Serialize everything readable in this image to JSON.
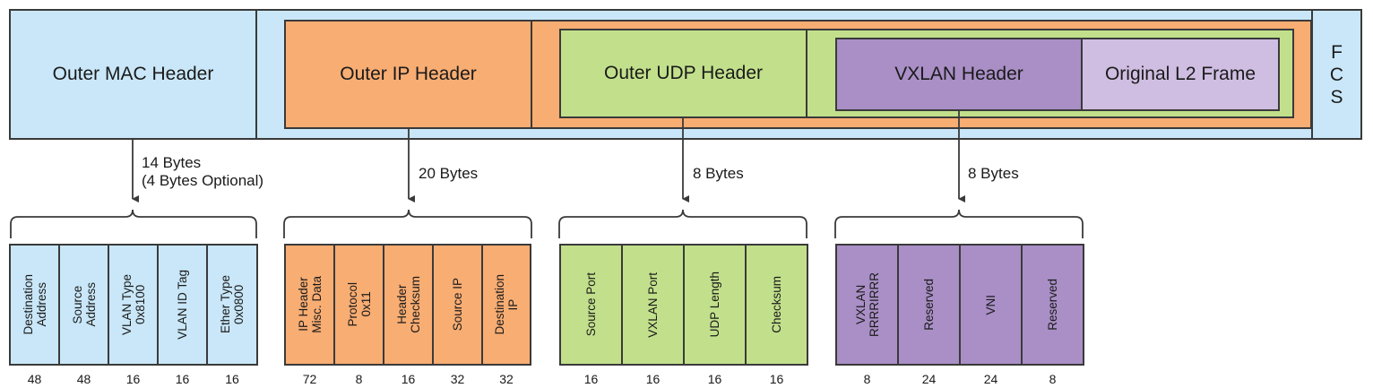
{
  "top": {
    "outer_mac": "Outer MAC Header",
    "outer_ip": "Outer IP Header",
    "outer_udp": "Outer UDP Header",
    "vxlan": "VXLAN Header",
    "original_l2": "Original L2 Frame",
    "fcs": [
      "F",
      "C",
      "S"
    ]
  },
  "sizes": {
    "mac": "14 Bytes\n(4 Bytes Optional)",
    "ip": "20 Bytes",
    "udp": "8 Bytes",
    "vxlan": "8 Bytes"
  },
  "groups": [
    {
      "color": "#c9e7f8",
      "fields": [
        {
          "label": "Destination\nAddress",
          "bits": "48"
        },
        {
          "label": "Source\nAddress",
          "bits": "48"
        },
        {
          "label": "VLAN Type\n0x8100",
          "bits": "16"
        },
        {
          "label": "VLAN ID Tag",
          "bits": "16"
        },
        {
          "label": "Ether Type\n0x0800",
          "bits": "16"
        }
      ]
    },
    {
      "color": "#f8ad73",
      "fields": [
        {
          "label": "IP Header\nMisc. Data",
          "bits": "72"
        },
        {
          "label": "Protocol\n0x11",
          "bits": "8"
        },
        {
          "label": "Header\nChecksum",
          "bits": "16"
        },
        {
          "label": "Source IP",
          "bits": "32"
        },
        {
          "label": "Destination\nIP",
          "bits": "32"
        }
      ]
    },
    {
      "color": "#c2e08c",
      "fields": [
        {
          "label": "Source Port",
          "bits": "16"
        },
        {
          "label": "VXLAN Port",
          "bits": "16"
        },
        {
          "label": "UDP Length",
          "bits": "16"
        },
        {
          "label": "Checksum",
          "bits": "16"
        }
      ]
    },
    {
      "color": "#a98fc6",
      "fields": [
        {
          "label": "VXLAN\nRRRRIRRR",
          "bits": "8"
        },
        {
          "label": "Reserved",
          "bits": "24"
        },
        {
          "label": "VNI",
          "bits": "24"
        },
        {
          "label": "Reserved",
          "bits": "8"
        }
      ]
    }
  ]
}
